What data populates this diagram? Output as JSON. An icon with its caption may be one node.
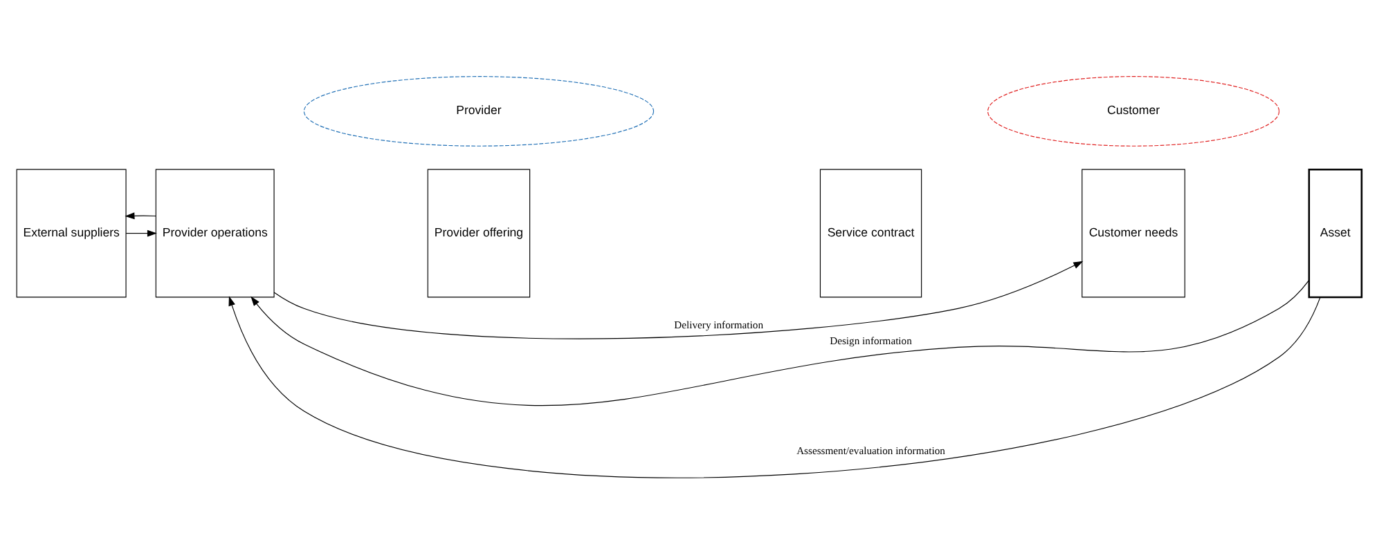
{
  "diagram": {
    "nodes": [
      {
        "text": [
          "Provider"
        ]
      },
      {
        "text": [
          "Customer"
        ]
      },
      {
        "text": [
          "External suppliers"
        ]
      },
      {
        "text": [
          "Provider operations"
        ]
      },
      {
        "text": [
          "Provider offering"
        ]
      },
      {
        "text": [
          "Service contract"
        ]
      },
      {
        "text": [
          "Customer needs"
        ]
      },
      {
        "text": [
          "Asset"
        ]
      }
    ],
    "edges": [
      {
        "from": 7,
        "to": 3,
        "arrow": "to",
        "label": "Design information"
      },
      {
        "from": 2,
        "to": 3,
        "arrow": "to"
      },
      {
        "from": 3,
        "to": 6,
        "arrow": "to",
        "label": "Delivery information"
      },
      {
        "from": 3,
        "to": 2,
        "arrow": "to"
      },
      {
        "from": 7,
        "to": 3,
        "arrow": "to",
        "label": "Assessment/evaluation information"
      }
    ]
  }
}
